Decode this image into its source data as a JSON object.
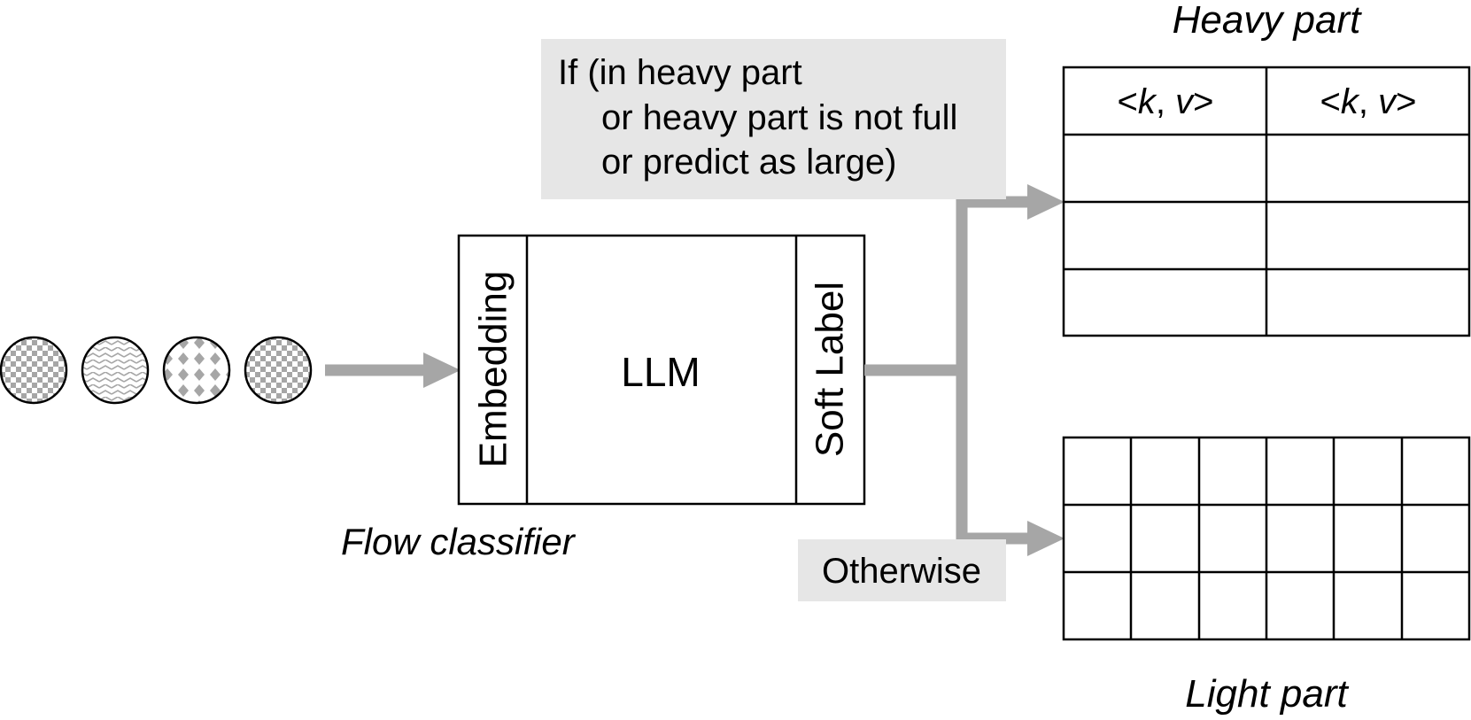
{
  "condition_box": {
    "lines": [
      "If (in heavy part",
      "or heavy part is not full",
      "or predict as large)"
    ]
  },
  "otherwise_label": "Otherwise",
  "classifier": {
    "embedding_label": "Embedding",
    "llm_label": "LLM",
    "soft_label": "Soft Label",
    "caption": "Flow classifier"
  },
  "heavy_part": {
    "title": "Heavy part",
    "header_cells": [
      "<k, v>",
      "<k, v>"
    ],
    "rows": 4,
    "cols": 2
  },
  "light_part": {
    "title": "Light part",
    "rows": 3,
    "cols": 6
  },
  "input_packets": [
    "checker-pattern",
    "zigzag-pattern",
    "diamond-pattern",
    "checker-pattern"
  ],
  "colors": {
    "arrow": "#a6a6a6",
    "label_bg": "#e6e6e6",
    "pattern": "#a6a6a6",
    "stroke": "#000000"
  }
}
